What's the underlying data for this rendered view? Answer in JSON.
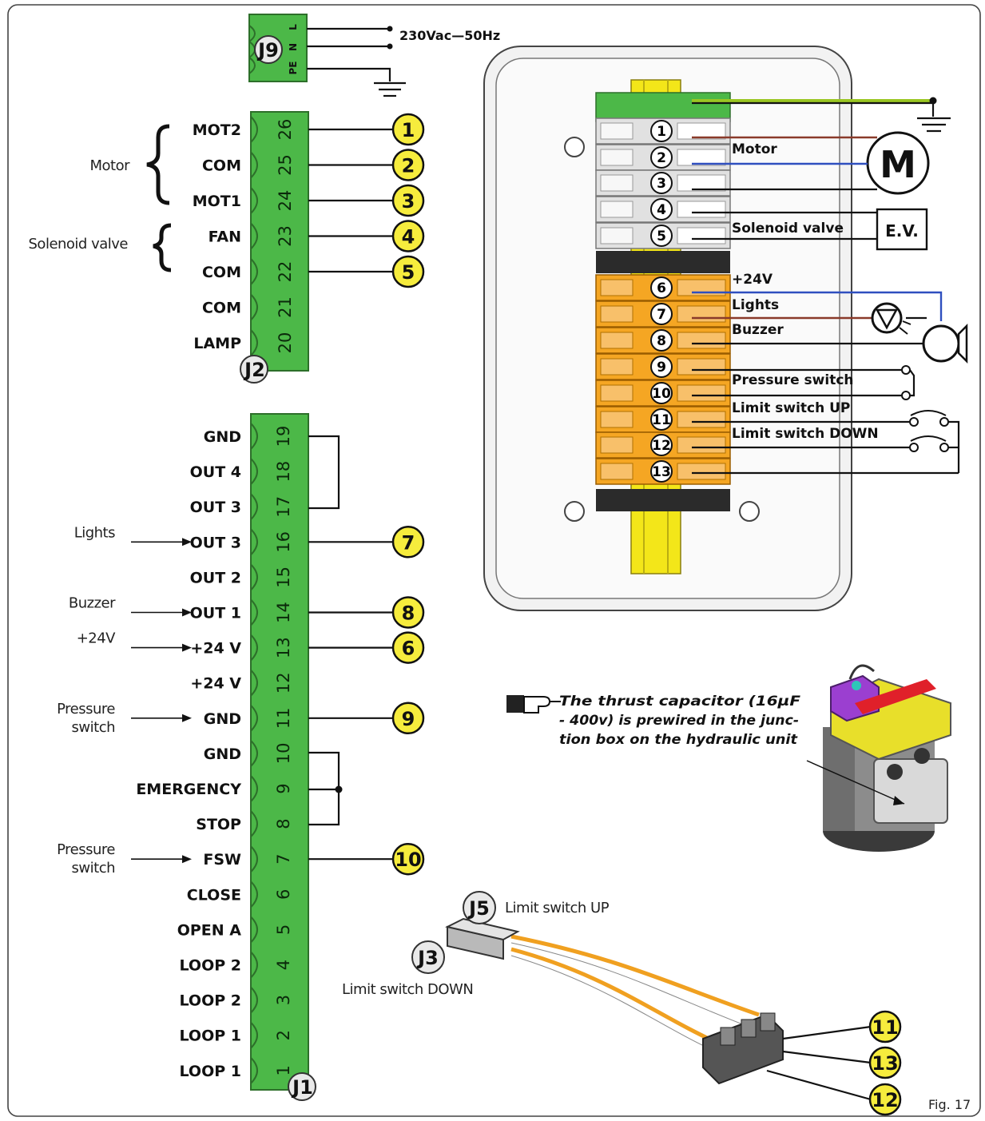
{
  "power": {
    "connector": "J9",
    "pins": [
      "L",
      "N",
      "PE"
    ],
    "supply": "230Vac—50Hz"
  },
  "j2": {
    "label": "J2",
    "pins": [
      {
        "num": "26",
        "name": "MOT2",
        "badge": "1"
      },
      {
        "num": "25",
        "name": "COM",
        "badge": "2"
      },
      {
        "num": "24",
        "name": "MOT1",
        "badge": "3"
      },
      {
        "num": "23",
        "name": "FAN",
        "badge": "4"
      },
      {
        "num": "22",
        "name": "COM",
        "badge": "5"
      },
      {
        "num": "21",
        "name": "COM",
        "badge": ""
      },
      {
        "num": "20",
        "name": "LAMP",
        "badge": ""
      }
    ],
    "group_labels": {
      "motor": "Motor",
      "solenoid": "Solenoid valve"
    }
  },
  "j1": {
    "label": "J1",
    "pins": [
      {
        "num": "19",
        "name": "GND",
        "badge": "",
        "side": ""
      },
      {
        "num": "18",
        "name": "OUT 4",
        "badge": "",
        "side": ""
      },
      {
        "num": "17",
        "name": "OUT 3",
        "badge": "",
        "side": ""
      },
      {
        "num": "16",
        "name": "OUT 3",
        "badge": "7",
        "side": "Lights"
      },
      {
        "num": "15",
        "name": "OUT 2",
        "badge": "",
        "side": ""
      },
      {
        "num": "14",
        "name": "OUT 1",
        "badge": "8",
        "side": "Buzzer"
      },
      {
        "num": "13",
        "name": "+24 V",
        "badge": "6",
        "side": "+24V"
      },
      {
        "num": "12",
        "name": "+24 V",
        "badge": "",
        "side": ""
      },
      {
        "num": "11",
        "name": "GND",
        "badge": "9",
        "side": "Pressure switch"
      },
      {
        "num": "10",
        "name": "GND",
        "badge": "",
        "side": ""
      },
      {
        "num": "9",
        "name": "EMERGENCY",
        "badge": "",
        "side": ""
      },
      {
        "num": "8",
        "name": "STOP",
        "badge": "",
        "side": ""
      },
      {
        "num": "7",
        "name": "FSW",
        "badge": "10",
        "side": "Pressure switch"
      },
      {
        "num": "6",
        "name": "CLOSE",
        "badge": "",
        "side": ""
      },
      {
        "num": "5",
        "name": "OPEN A",
        "badge": "",
        "side": ""
      },
      {
        "num": "4",
        "name": "LOOP 2",
        "badge": "",
        "side": ""
      },
      {
        "num": "3",
        "name": "LOOP 2",
        "badge": "",
        "side": ""
      },
      {
        "num": "2",
        "name": "LOOP 1",
        "badge": "",
        "side": ""
      },
      {
        "num": "1",
        "name": "LOOP 1",
        "badge": "",
        "side": ""
      }
    ]
  },
  "terminal_block": {
    "terminals": [
      "1",
      "2",
      "3",
      "4",
      "5",
      "6",
      "7",
      "8",
      "9",
      "10",
      "11",
      "12",
      "13"
    ],
    "labels": {
      "motor": "Motor",
      "solenoid": "Solenoid valve",
      "plus24": "+24V",
      "lights": "Lights",
      "buzzer": "Buzzer",
      "pressure": "Pressure switch",
      "limit_up": "Limit switch UP",
      "limit_down": "Limit switch DOWN"
    },
    "motor_symbol": "M",
    "ev_symbol": "E.V."
  },
  "note": {
    "lines": [
      "The thrust capacitor (16µF",
      "- 400v) is prewired in the junc-",
      "tion box on the hydraulic unit"
    ]
  },
  "limit_harness": {
    "j5": "J5",
    "j5_label": "Limit switch UP",
    "j3": "J3",
    "j3_label": "Limit switch DOWN",
    "badges": [
      "11",
      "13",
      "12"
    ]
  },
  "figure": "Fig. 17",
  "colors": {
    "connector_green": "#4cb848",
    "badge_yellow": "#f6ec3d",
    "terminal_orange": "#f5a623",
    "wire_blue": "#2f4fbf",
    "wire_brown": "#8a3a2a",
    "ground_green": "#3fae3a"
  }
}
